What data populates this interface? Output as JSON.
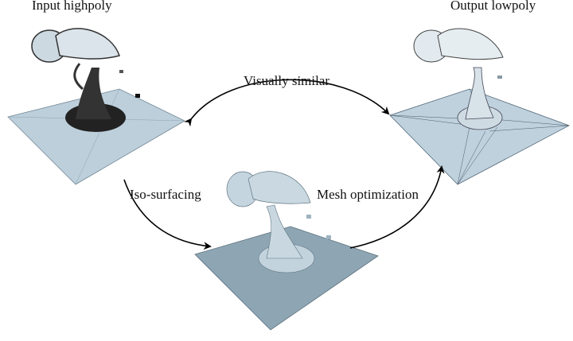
{
  "labels": {
    "input": "Input highpoly",
    "output": "Output lowpoly",
    "similar": "Visually similar",
    "iso": "Iso-surfacing",
    "mesh_opt": "Mesh optimization"
  },
  "colors": {
    "plate": "#b9cfdc",
    "plate_dark": "#8fa7b5",
    "mesh_fill": "#cfdbe3",
    "arrow": "#000000"
  }
}
